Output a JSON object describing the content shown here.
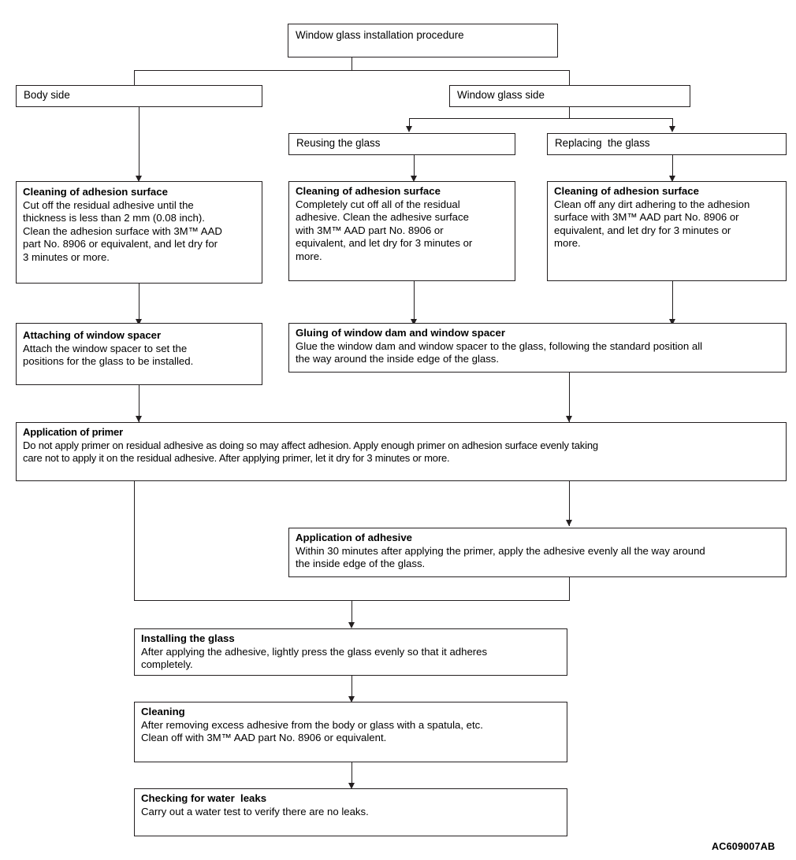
{
  "diagram": {
    "title_box": {
      "label": "Window glass installation procedure"
    },
    "branch_labels": {
      "body_side": "Body side",
      "window_glass_side": "Window glass side",
      "reusing": "Reusing the glass",
      "replacing": "Replacing  the glass"
    },
    "steps": [
      {
        "id": "clean-body",
        "title": "Cleaning of adhesion surface",
        "body": "Cut off the residual adhesive until the\nthickness is less than 2 mm (0.08 inch).\nClean the adhesion surface with 3M™ AAD\npart No. 8906 or equivalent, and let dry for\n3 minutes or more."
      },
      {
        "id": "clean-reuse",
        "title": "Cleaning of adhesion surface",
        "body": "Completely cut off all of the residual\nadhesive. Clean the adhesive surface\nwith 3M™ AAD part No. 8906 or\nequivalent, and let dry for 3 minutes or\nmore."
      },
      {
        "id": "clean-replace",
        "title": "Cleaning of adhesion surface",
        "body": "Clean off any dirt adhering to the adhesion\nsurface with 3M™ AAD part No. 8906 or\nequivalent, and let dry for 3 minutes or\nmore."
      },
      {
        "id": "attach-spacer",
        "title": "Attaching of window spacer",
        "body": "Attach the window spacer to set the\npositions for the glass to be installed."
      },
      {
        "id": "glue-dam-spacer",
        "title": "Gluing of window dam and window spacer",
        "body": "Glue the window dam and window spacer to the glass, following the standard position all\nthe way around the inside edge of the glass."
      },
      {
        "id": "apply-primer",
        "title": "Application of primer",
        "body": "Do not apply primer on residual adhesive as doing so may affect adhesion. Apply enough primer on adhesion surface evenly taking\ncare not to apply it on the residual adhesive. After applying primer, let it dry for 3 minutes or more."
      },
      {
        "id": "apply-adhesive",
        "title": "Application of adhesive",
        "body": "Within 30 minutes after applying the primer, apply the adhesive evenly all the way around\nthe inside edge of the glass."
      },
      {
        "id": "install-glass",
        "title": "Installing the glass",
        "body": "After applying the adhesive, lightly  press the glass evenly so that it adheres\ncompletely."
      },
      {
        "id": "cleaning",
        "title": "Cleaning",
        "body": "After removing excess adhesive from the body or glass with a spatula, etc.\nClean off  with 3M™ AAD part No. 8906 or equivalent."
      },
      {
        "id": "check-leaks",
        "title": "Checking for water  leaks",
        "body": "Carry out a water test to verify there are no leaks."
      }
    ],
    "figure_code": "AC609007AB"
  }
}
